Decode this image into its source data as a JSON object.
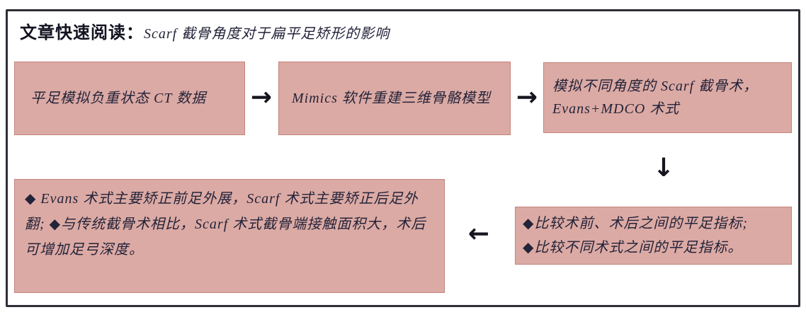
{
  "title": {
    "prefix": "文章快速阅读：",
    "text": "Scarf 截骨角度对于扁平足矫形的影响"
  },
  "flow": {
    "step1": {
      "text": "平足模拟负重状态 CT 数据"
    },
    "step2": {
      "text": "Mimics 软件重建三维骨骼模型"
    },
    "step3": {
      "text": "模拟不同角度的 Scarf 截骨术，Evans+MDCO 术式"
    },
    "step4": {
      "items": {
        "item1": "◆比较术前、术后之间的平足指标;",
        "item2": "◆比较不同术式之间的平足指标。"
      }
    },
    "step5": {
      "items": {
        "item1": "◆ Evans 术式主要矫正前足外展，Scarf 术式主要矫正后足外翻;",
        "item2": "◆与传统截骨术相比，Scarf 术式截骨端接触面积大，术后可增加足弓深度。"
      }
    }
  },
  "arrows": {
    "right": "→",
    "down": "↓",
    "left": "←"
  },
  "colors": {
    "box_fill": "#dcaaa4",
    "box_border": "#c4847c",
    "frame_border": "#2e2e38",
    "text": "#23233a",
    "bg": "#ffffff"
  }
}
